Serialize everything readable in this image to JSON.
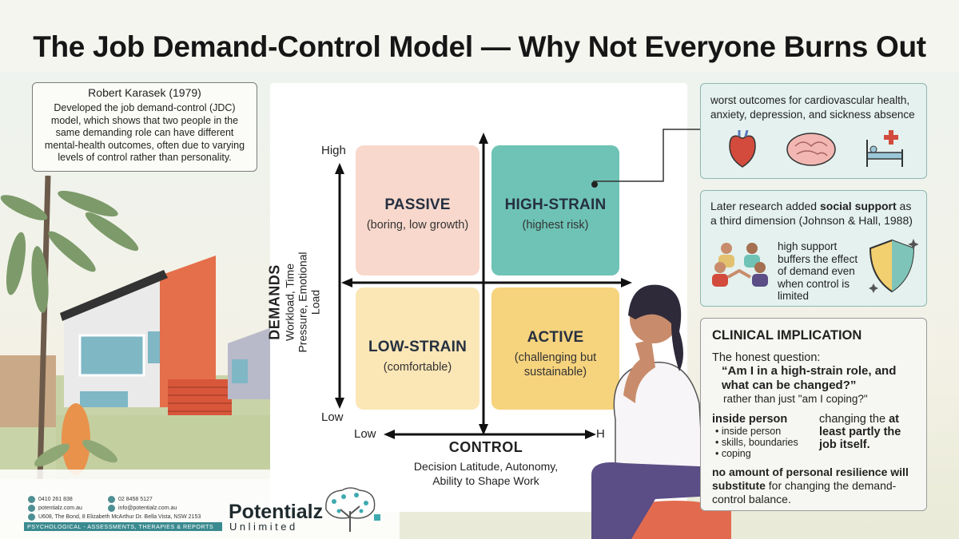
{
  "title": "The Job Demand-Control Model — Why Not Everyone Burns Out",
  "info": {
    "heading": "Robert Karasek (1979)",
    "body": "Developed the job demand-control (JDC) model, which shows that two people in the same demanding role can have different mental-health outcomes, often due to varying levels of control rather than personality."
  },
  "diagram": {
    "quadrants": [
      {
        "key": "passive",
        "title": "PASSIVE",
        "sub": "(boring, low growth)",
        "color": "#f8d8cc"
      },
      {
        "key": "high",
        "title": "HIGH-STRAIN",
        "sub": "(highest risk)",
        "color": "#6ec3b6"
      },
      {
        "key": "low",
        "title": "LOW-STRAIN",
        "sub": "(comfortable)",
        "color": "#fbe6b6"
      },
      {
        "key": "active",
        "title": "ACTIVE",
        "sub": "(challenging but sustainable)",
        "color": "#f6d37d"
      }
    ],
    "y_axis": {
      "title": "DEMANDS",
      "subtitle": "Workload, Time Pressure, Emotional Load",
      "high": "High",
      "low": "Low"
    },
    "x_axis": {
      "title": "CONTROL",
      "subtitle": "Decision Latitude, Autonomy, Ability to Shape Work",
      "low": "Low",
      "high": "H"
    }
  },
  "outcomes": {
    "text": "worst outcomes for cardiovascular health, anxiety, depression, and sickness absence",
    "icons": [
      "heart-icon",
      "brain-icon",
      "hospital-bed-icon"
    ]
  },
  "support": {
    "text": "Later research added social support as a third dimension (Johnson & Hall, 1988)",
    "bold": "social support",
    "detail": "high support buffers the effect of demand even when control is limited",
    "icons": [
      "people-support-icon",
      "shield-icon"
    ]
  },
  "clinical": {
    "title": "CLINICAL IMPLICATION",
    "lead": "The honest question:",
    "question": "“Am I in a high-strain role, and what can be changed?”",
    "contrast": "rather than just \"am I coping?\"",
    "inside_title": "inside person",
    "inside_items": [
      "inside person",
      "skills, boundaries",
      "coping"
    ],
    "changing_pre": "changing the",
    "changing_bold": "at least partly the job itself.",
    "final_bold": "no amount of personal resilience will substitute",
    "final_rest": "for changing the demand-control balance."
  },
  "footer": {
    "phone1": "0410 261 838",
    "phone2": "02 8458 5127",
    "web": "potentialz.com.au",
    "email": "info@potentialz.com.au",
    "address": "U608, The Bond, 8 Elizabeth McArthur Dr. Bella Vista, NSW 2153",
    "tagline": "PSYCHOLOGICAL - ASSESSMENTS, THERAPIES & REPORTS",
    "brand": "Potentialz",
    "brand_sub": "Unlimited"
  },
  "colors": {
    "teal": "#6ec3b6",
    "brand": "#3a8a8f",
    "dark": "#263040"
  }
}
